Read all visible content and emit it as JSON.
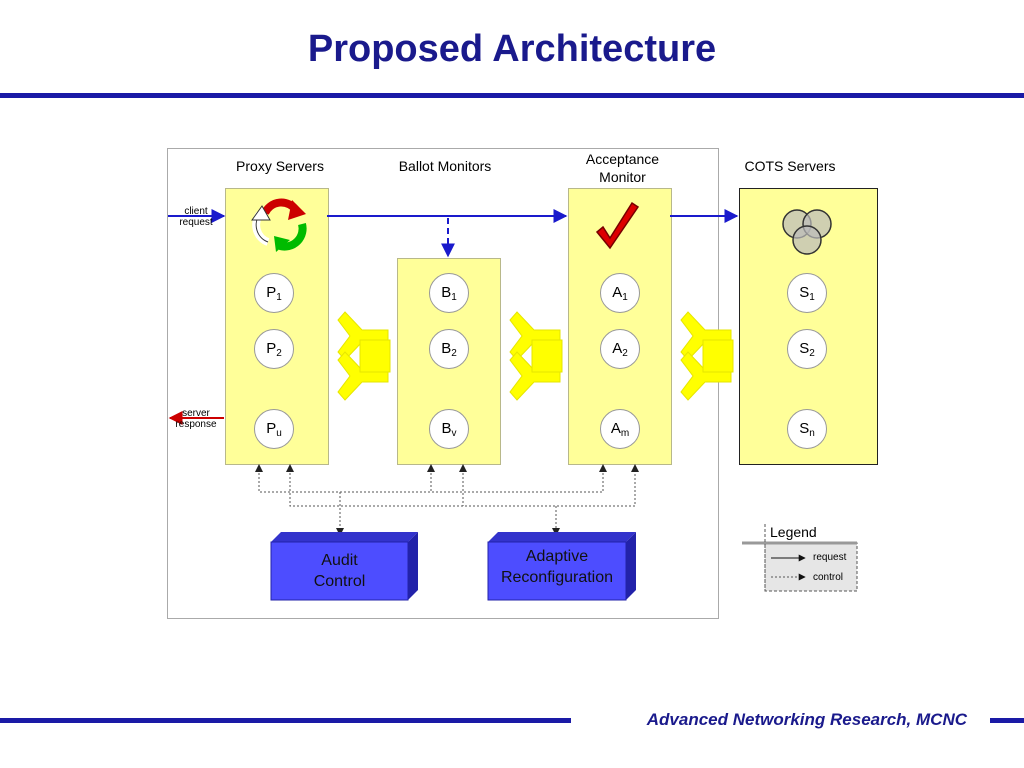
{
  "title": "Proposed Architecture",
  "columns": {
    "proxy": "Proxy Servers",
    "ballot": "Ballot Monitors",
    "acceptance_line1": "Acceptance",
    "acceptance_line2": "Monitor",
    "cots": "COTS Servers"
  },
  "client_request": {
    "line1": "client",
    "line2": "request"
  },
  "server_response": {
    "line1": "server",
    "line2": "response"
  },
  "nodes": {
    "proxy": [
      {
        "letter": "P",
        "sub": "1"
      },
      {
        "letter": "P",
        "sub": "2"
      },
      {
        "letter": "P",
        "sub": "u"
      }
    ],
    "ballot": [
      {
        "letter": "B",
        "sub": "1"
      },
      {
        "letter": "B",
        "sub": "2"
      },
      {
        "letter": "B",
        "sub": "v"
      }
    ],
    "acceptance": [
      {
        "letter": "A",
        "sub": "1"
      },
      {
        "letter": "A",
        "sub": "2"
      },
      {
        "letter": "A",
        "sub": "m"
      }
    ],
    "cots": [
      {
        "letter": "S",
        "sub": "1"
      },
      {
        "letter": "S",
        "sub": "2"
      },
      {
        "letter": "S",
        "sub": "n"
      }
    ]
  },
  "audit": {
    "line1": "Audit",
    "line2": "Control"
  },
  "adaptive": {
    "line1": "Adaptive",
    "line2": "Reconfiguration"
  },
  "legend": {
    "title": "Legend",
    "request": "request",
    "control": "control"
  },
  "footer": "Advanced Networking Research, MCNC",
  "colors": {
    "title": "#1a1a8c",
    "rule": "#1a1aa6",
    "panel": "#ffff99",
    "request_arrow": "#1a1acc",
    "response_arrow": "#cc0000",
    "box": "#4d4dff",
    "fat_arrow": "#ffff00"
  },
  "icons": {
    "proxy": "recycle-arrows-icon",
    "acceptance": "checkmark-icon",
    "cots": "venn-circles-icon"
  }
}
